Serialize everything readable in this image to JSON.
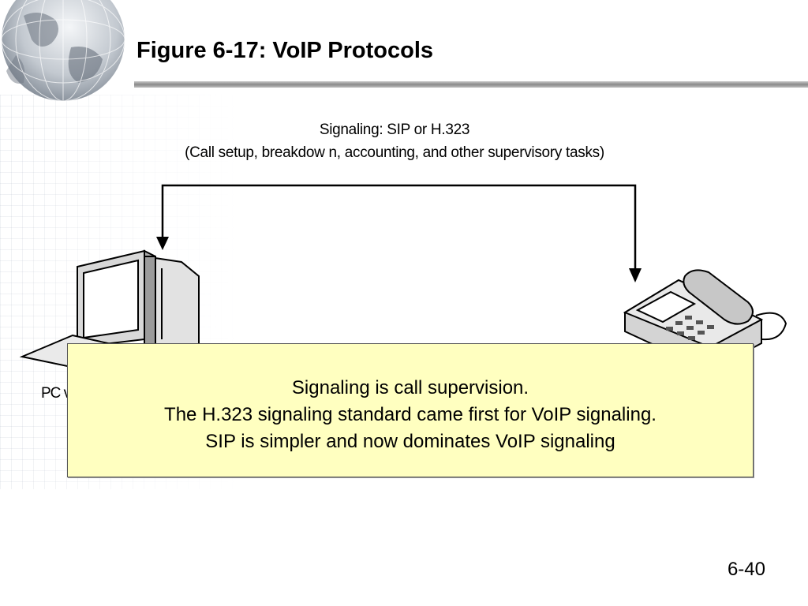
{
  "slide": {
    "title": "Figure 6-17: VoIP Protocols",
    "page_number": "6-40"
  },
  "diagram": {
    "signaling_label": "Signaling: SIP or H.323",
    "signaling_detail": "(Call setup, breakdow n, accounting, and other supervisory tasks)",
    "pc_label_partial": "PC v",
    "accent_color": "#ffffc0",
    "line_color": "#000000"
  },
  "callout": {
    "lines": [
      "Signaling is call supervision.",
      "The H.323 signaling standard came first for VoIP signaling.",
      "SIP is simpler and now dominates VoIP signaling"
    ]
  }
}
